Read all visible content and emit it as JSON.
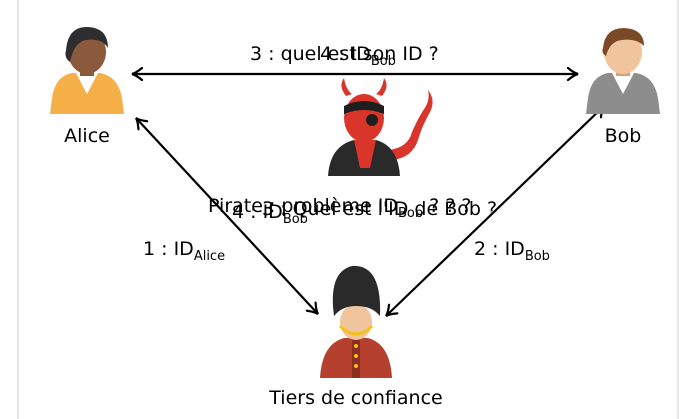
{
  "actors": {
    "alice": "Alice",
    "bob": "Bob",
    "trusted": "Tiers de confiance"
  },
  "edges": {
    "alice_trusted": {
      "text": "1 : ID",
      "sub": "Alice"
    },
    "bob_trusted": {
      "text": "2 : ID",
      "sub": "Bob"
    },
    "top_a": {
      "text": "3 : quel est son ID ?"
    },
    "top_b": {
      "text": "4 : ID",
      "sub": "Bob"
    }
  },
  "overlap": {
    "pirate": {
      "text": "Pirate : problème ID",
      "sub": "Bob",
      "tail": " ? ? ?"
    },
    "q4": {
      "text": "4 : ID",
      "sub": "Bob"
    },
    "q3": {
      "text": "3 : Quel est l'ID de Bob ?"
    }
  },
  "colors": {
    "alice_shirt": "#f5b04a",
    "bob_shirt": "#8d8d8d",
    "pirate_red": "#d9352b",
    "guard_red": "#b5402e"
  }
}
